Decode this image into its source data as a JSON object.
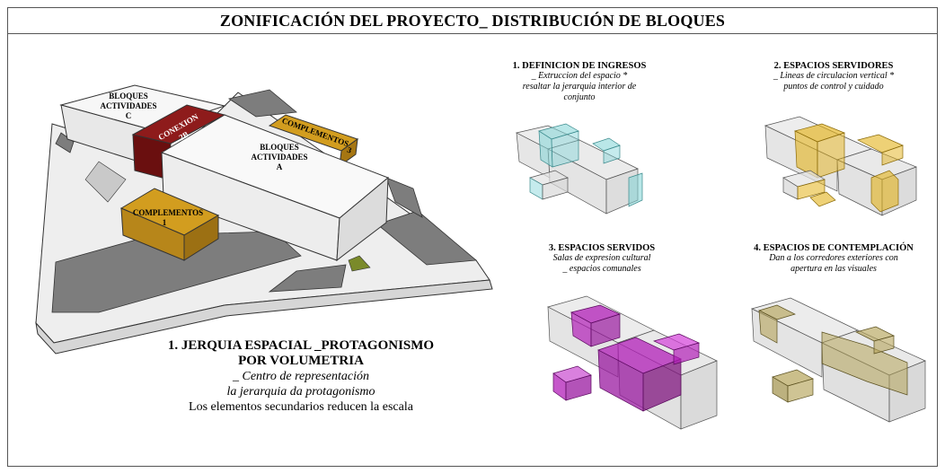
{
  "title": "ZONIFICACIÓN DEL PROYECTO_ DISTRIBUCIÓN DE BLOQUES",
  "main_diagram": {
    "labels": {
      "bloques_c": [
        "BLOQUES",
        "ACTIVIDADES",
        "C"
      ],
      "conexion": [
        "CONEXION",
        "2B"
      ],
      "complementos_3": [
        "COMPLEMENTOS",
        "3"
      ],
      "bloques_a": [
        "BLOQUES",
        "ACTIVIDADES",
        "A"
      ],
      "complementos_1": [
        "COMPLEMENTOS",
        "1"
      ]
    },
    "caption": {
      "heading_1": "1. JERQUIA ESPACIAL _PROTAGONISMO",
      "heading_2": "POR VOLUMETRIA",
      "line_1": "_ Centro de representación",
      "line_2": "la jerarquia da protagonismo",
      "line_3": "Los elementos secundarios reducen la escala"
    },
    "colors": {
      "brown_block": "#7a1010",
      "gold_block": "#c8951a",
      "plaza": "#7d7d7d",
      "grass": "#7a8a2a"
    }
  },
  "panels": [
    {
      "heading": "1. DEFINICION DE INGRESOS",
      "lines": [
        "_ Extruccion del espacio *",
        "resaltar la jerarquia interior de",
        "conjunto"
      ],
      "highlight": "#7fd3d6"
    },
    {
      "heading": "2. ESPACIOS SERVIDORES",
      "lines": [
        "_ Lineas de circulacion vertical *",
        "puntos de control y cuidado"
      ],
      "highlight": "#e3b21a"
    },
    {
      "heading": "3. ESPACIOS SERVIDOS",
      "lines": [
        "Salas de expresion cultural",
        "_ espacios comunales"
      ],
      "highlight": "#b21fb8"
    },
    {
      "heading": "4. ESPACIOS DE CONTEMPLACIÓN",
      "lines": [
        "Dan a los corredores exteriores con",
        "apertura en las visuales"
      ],
      "highlight": "#b5a45a"
    }
  ]
}
